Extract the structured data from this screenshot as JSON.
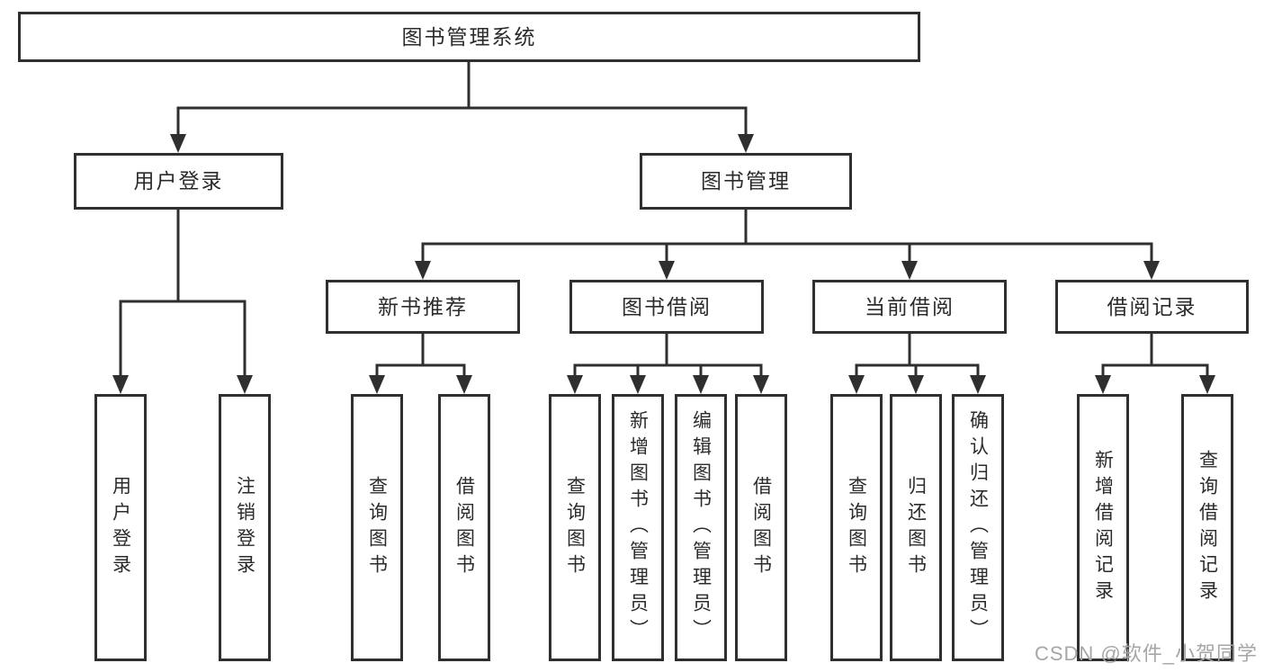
{
  "diagram": {
    "root": "图书管理系统",
    "level2": [
      "用户登录",
      "图书管理"
    ],
    "level3": [
      "新书推荐",
      "图书借阅",
      "当前借阅",
      "借阅记录"
    ],
    "leaves": {
      "userLogin": [
        "用户登录",
        "注销登录"
      ],
      "newBook": [
        "查询图书",
        "借阅图书"
      ],
      "bookBorrow": [
        "查询图书",
        "新增图书（管理员）",
        "编辑图书（管理员）",
        "借阅图书"
      ],
      "currentBorrow": [
        "查询图书",
        "归还图书",
        "确认归还（管理员）"
      ],
      "borrowRecord": [
        "新增借阅记录",
        "查询借阅记录"
      ]
    }
  },
  "watermark": {
    "text": "CSDN @软件_小贺同学"
  },
  "colors": {
    "line": "#2f2f2f",
    "text": "#2b2b2b",
    "watermark": "#a6a6a6",
    "background": "#ffffff"
  }
}
